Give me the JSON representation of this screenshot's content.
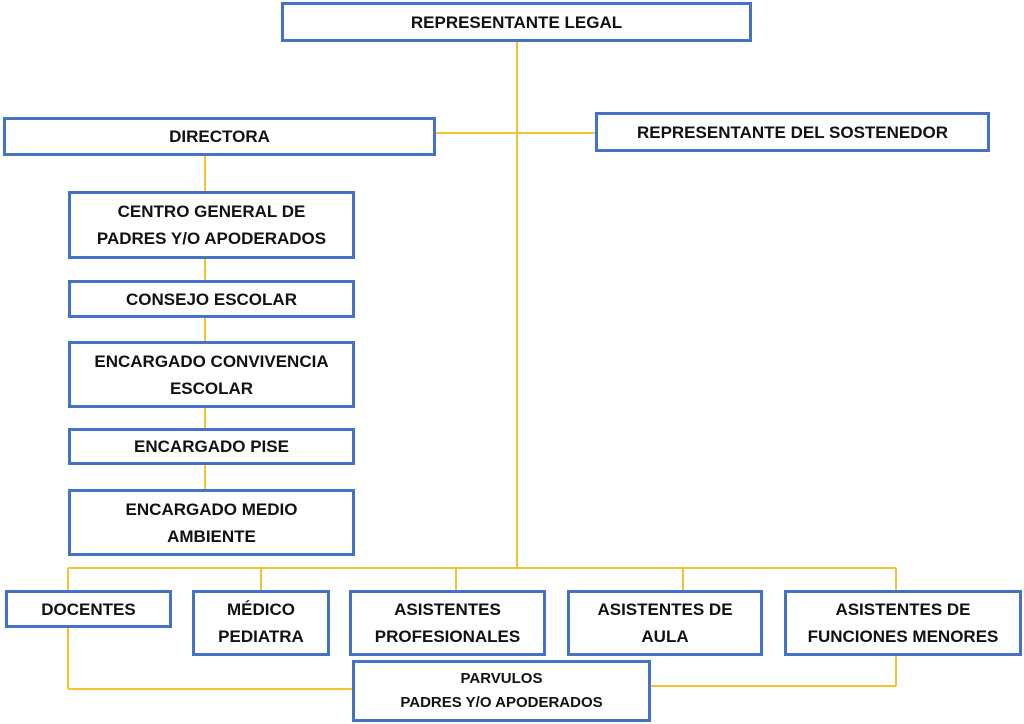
{
  "colors": {
    "box_border": "#4472C4",
    "connector": "#F5C232",
    "text": "#111111"
  },
  "nodes": {
    "representante_legal": "REPRESENTANTE LEGAL",
    "directora": "DIRECTORA",
    "representante_sostenedor": "REPRESENTANTE DEL SOSTENEDOR",
    "centro_padres": "CENTRO GENERAL DE\nPADRES Y/O APODERADOS",
    "consejo_escolar": "CONSEJO ESCOLAR",
    "convivencia": "ENCARGADO CONVIVENCIA\nESCOLAR",
    "pise": "ENCARGADO PISE",
    "medio_ambiente": "ENCARGADO MEDIO\nAMBIENTE",
    "docentes": "DOCENTES",
    "medico": "MÉDICO\nPEDIATRA",
    "asistentes_profesionales": "ASISTENTES\nPROFESIONALES",
    "asistentes_aula": "ASISTENTES DE\nAULA",
    "asistentes_funciones": "ASISTENTES DE\nFUNCIONES MENORES",
    "parvulos": "PARVULOS\nPADRES Y/O APODERADOS"
  }
}
